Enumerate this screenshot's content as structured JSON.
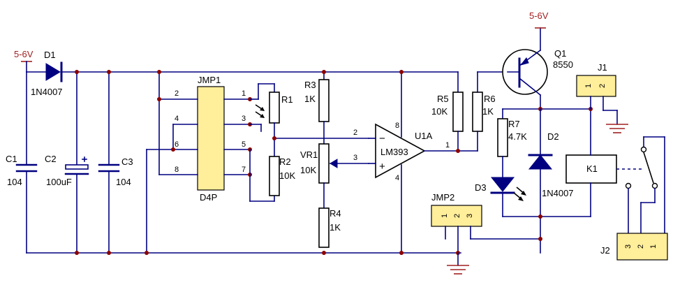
{
  "supply": {
    "left": "5-6V",
    "top": "5-6V"
  },
  "d1": {
    "ref": "D1",
    "part": "1N4007"
  },
  "c1": {
    "ref": "C1",
    "value": "104"
  },
  "c2": {
    "ref": "C2",
    "value": "100uF"
  },
  "c3": {
    "ref": "C3",
    "value": "104"
  },
  "jmp1": {
    "ref": "JMP1",
    "part": "D4P",
    "pins": [
      "1",
      "2",
      "3",
      "4",
      "5",
      "6",
      "7",
      "8"
    ]
  },
  "r1": {
    "ref": "R1"
  },
  "r2": {
    "ref": "R2",
    "value": "10K"
  },
  "r3": {
    "ref": "R3",
    "value": "1K"
  },
  "r4": {
    "ref": "R4",
    "value": "1K"
  },
  "vr1": {
    "ref": "VR1",
    "value": "10K"
  },
  "u1": {
    "ref": "U1A",
    "part": "LM393",
    "pins": {
      "inv": "2",
      "noninv": "3",
      "out": "1",
      "vcc": "8",
      "gnd": "4"
    },
    "minus": "−",
    "plus": "+"
  },
  "r5": {
    "ref": "R5",
    "value": "10K"
  },
  "r6": {
    "ref": "R6",
    "value": "1K"
  },
  "r7": {
    "ref": "R7",
    "value": "4.7K"
  },
  "q1": {
    "ref": "Q1",
    "part": "8550"
  },
  "d2": {
    "ref": "D2",
    "part": "1N4007"
  },
  "d3": {
    "ref": "D3"
  },
  "k1": {
    "ref": "K1"
  },
  "j1": {
    "ref": "J1",
    "pins": [
      "1",
      "2"
    ]
  },
  "j2": {
    "ref": "J2",
    "pins": [
      "3",
      "2",
      "1"
    ]
  },
  "jmp2": {
    "ref": "JMP2",
    "pins": [
      "1",
      "2",
      "3"
    ]
  }
}
